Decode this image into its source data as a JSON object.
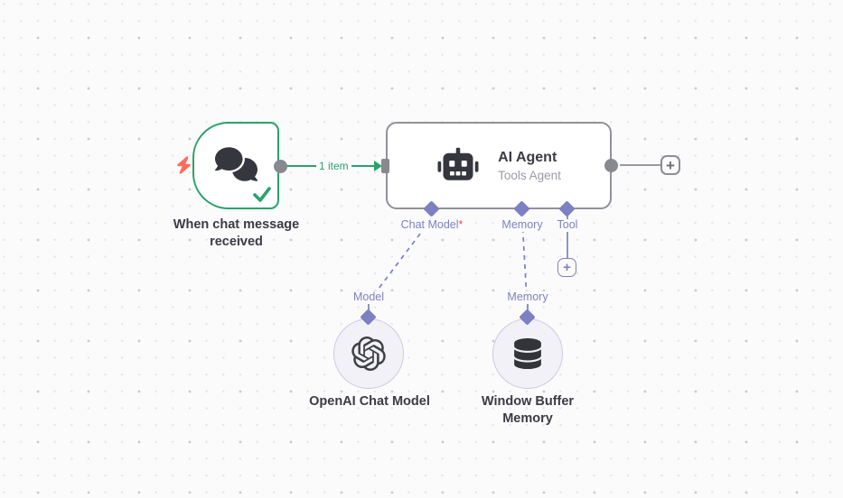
{
  "trigger_node": {
    "name": "When chat message received"
  },
  "agent_node": {
    "title": "AI Agent",
    "subtitle": "Tools Agent"
  },
  "openai_node": {
    "name": "OpenAI Chat Model",
    "port_label": "Model"
  },
  "memory_node": {
    "name": "Window Buffer Memory",
    "port_label": "Memory"
  },
  "agent_ports": {
    "chat_model": "Chat Model",
    "chat_model_required_mark": "*",
    "memory": "Memory",
    "tool": "Tool"
  },
  "connection": {
    "items_label": "1 item"
  },
  "add_buttons": {
    "plus": "+"
  },
  "colors": {
    "green": "#2aa26c",
    "purple": "#7d81c2",
    "bolt": "#ff6d5a",
    "canvas": "#fbfbfc",
    "ink": "#3b3b44",
    "red": "#e05252"
  }
}
